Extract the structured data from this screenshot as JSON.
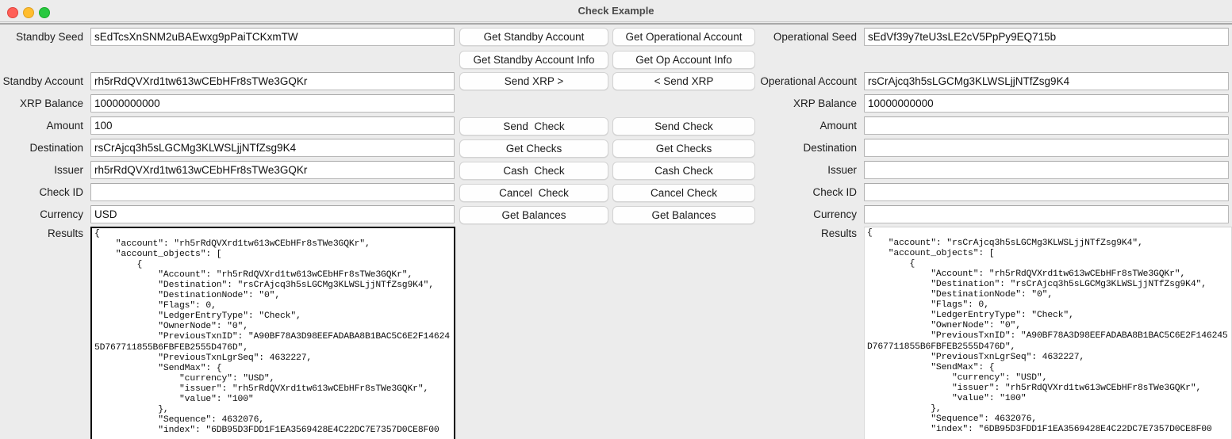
{
  "window": {
    "title": "Check Example",
    "controls": [
      "close-button",
      "minimize-button",
      "maximize-button"
    ]
  },
  "left_panel": {
    "fields": [
      {
        "label": "Standby Seed",
        "value": "sEdTcsXnSNM2uBAEwxg9pPaiTCKxmTW",
        "placeholder": ""
      },
      {
        "label": "Standby Account",
        "value": "rh5rRdQVXrd1tw613wCEbHFr8sTWe3GQKr",
        "placeholder": ""
      },
      {
        "label": "XRP Balance",
        "value": "10000000000",
        "placeholder": ""
      },
      {
        "label": "Amount",
        "value": "100",
        "placeholder": ""
      },
      {
        "label": "Destination",
        "value": "rsCrAjcq3h5sLGCMg3KLWSLjjNTfZsg9K4",
        "placeholder": ""
      },
      {
        "label": "Issuer",
        "value": "rh5rRdQVXrd1tw613wCEbHFr8sTWe3GQKr",
        "placeholder": ""
      },
      {
        "label": "Check ID",
        "value": "",
        "placeholder": ""
      },
      {
        "label": "Currency",
        "value": "USD",
        "placeholder": ""
      }
    ],
    "results_label": "Results",
    "results_value": "{\n    \"account\": \"rh5rRdQVXrd1tw613wCEbHFr8sTWe3GQKr\",\n    \"account_objects\": [\n        {\n            \"Account\": \"rh5rRdQVXrd1tw613wCEbHFr8sTWe3GQKr\",\n            \"Destination\": \"rsCrAjcq3h5sLGCMg3KLWSLjjNTfZsg9K4\",\n            \"DestinationNode\": \"0\",\n            \"Flags\": 0,\n            \"LedgerEntryType\": \"Check\",\n            \"OwnerNode\": \"0\",\n            \"PreviousTxnID\": \"A90BF78A3D98EEFADABA8B1BAC5C6E2F146245D767711855B6FBFEB2555D476D\",\n            \"PreviousTxnLgrSeq\": 4632227,\n            \"SendMax\": {\n                \"currency\": \"USD\",\n                \"issuer\": \"rh5rRdQVXrd1tw613wCEbHFr8sTWe3GQKr\",\n                \"value\": \"100\"\n            },\n            \"Sequence\": 4632076,\n            \"index\": \"6DB95D3FDD1F1EA3569428E4C22DC7E7357D0CE8F00"
  },
  "center_buttons": {
    "left_column": [
      "Get Standby Account",
      "Get Standby Account Info",
      "Send XRP >",
      "Send  Check",
      "Get Checks",
      "Cash  Check",
      "Cancel  Check",
      "Get Balances"
    ],
    "right_column": [
      "Get Operational Account",
      "Get Op Account Info",
      "< Send XRP",
      "Send Check",
      "Get Checks",
      "Cash Check",
      "Cancel Check",
      "Get Balances"
    ]
  },
  "right_panel": {
    "fields": [
      {
        "label": "Operational Seed",
        "value": "sEdVf39y7teU3sLE2cV5PpPy9EQ715b",
        "placeholder": ""
      },
      {
        "label": "Operational Account",
        "value": "rsCrAjcq3h5sLGCMg3KLWSLjjNTfZsg9K4",
        "placeholder": ""
      },
      {
        "label": "XRP Balance",
        "value": "10000000000",
        "placeholder": ""
      },
      {
        "label": "Amount",
        "value": "",
        "placeholder": ""
      },
      {
        "label": "Destination",
        "value": "",
        "placeholder": ""
      },
      {
        "label": "Issuer",
        "value": "",
        "placeholder": ""
      },
      {
        "label": "Check ID",
        "value": "",
        "placeholder": ""
      },
      {
        "label": "Currency",
        "value": "",
        "placeholder": ""
      }
    ],
    "results_label": "Results",
    "results_value": "{\n    \"account\": \"rsCrAjcq3h5sLGCMg3KLWSLjjNTfZsg9K4\",\n    \"account_objects\": [\n        {\n            \"Account\": \"rh5rRdQVXrd1tw613wCEbHFr8sTWe3GQKr\",\n            \"Destination\": \"rsCrAjcq3h5sLGCMg3KLWSLjjNTfZsg9K4\",\n            \"DestinationNode\": \"0\",\n            \"Flags\": 0,\n            \"LedgerEntryType\": \"Check\",\n            \"OwnerNode\": \"0\",\n            \"PreviousTxnID\": \"A90BF78A3D98EEFADABA8B1BAC5C6E2F146245D767711855B6FBFEB2555D476D\",\n            \"PreviousTxnLgrSeq\": 4632227,\n            \"SendMax\": {\n                \"currency\": \"USD\",\n                \"issuer\": \"rh5rRdQVXrd1tw613wCEbHFr8sTWe3GQKr\",\n                \"value\": \"100\"\n            },\n            \"Sequence\": 4632076,\n            \"index\": \"6DB95D3FDD1F1EA3569428E4C22DC7E7357D0CE8F00"
  },
  "colors": {
    "window_chrome": "#ececec",
    "field_background": "#ffffff",
    "text": "#1d1d1d",
    "close": "#ff5f57",
    "minimize": "#ffbd2e",
    "maximize": "#28c840"
  }
}
